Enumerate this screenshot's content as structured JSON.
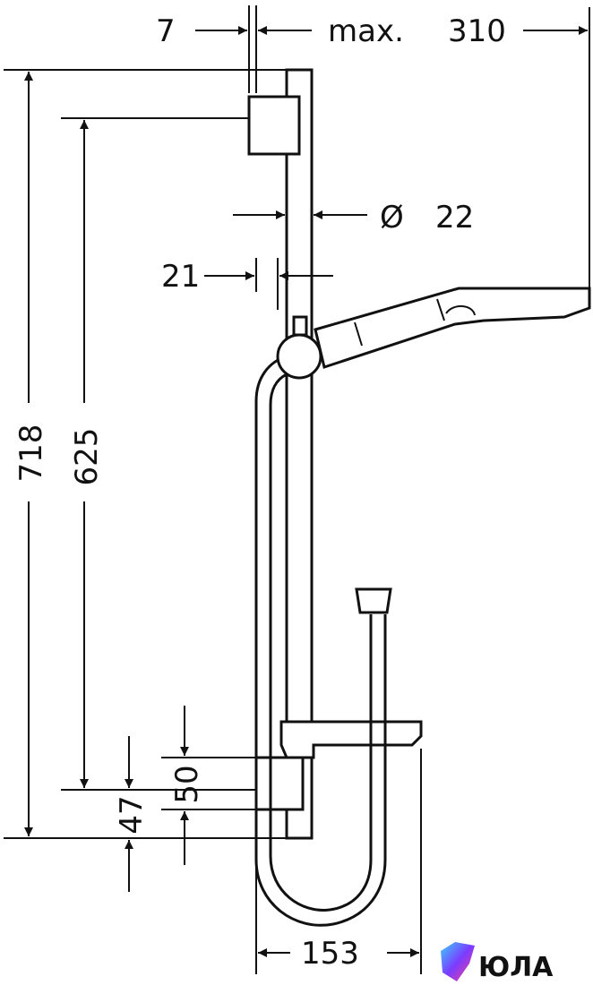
{
  "dimensions": {
    "offset_top": "7",
    "max_label": "max.",
    "max_reach": "310",
    "rail_diameter": "22",
    "diameter_symbol": "Ø",
    "holder_offset": "21",
    "total_height": "718",
    "bracket_spacing": "625",
    "bottom_offset_47": "47",
    "bottom_offset_50": "50",
    "shelf_width": "153"
  },
  "logo": {
    "text": "ЮЛА"
  }
}
